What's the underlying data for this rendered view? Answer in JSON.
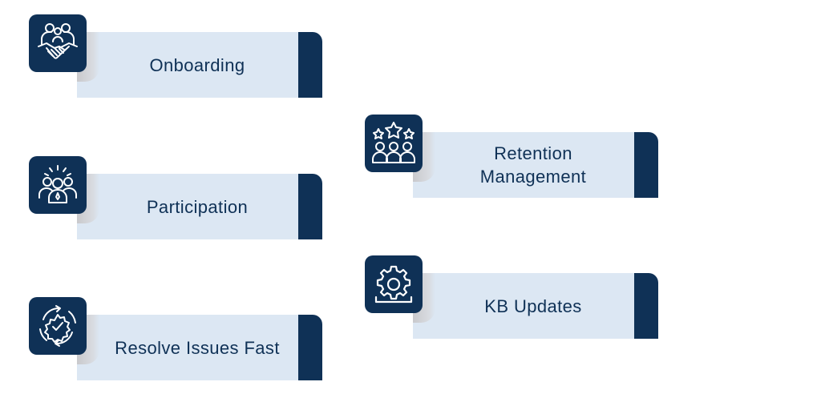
{
  "colors": {
    "navy": "#0f3156",
    "panel": "#dce7f3",
    "text": "#0f3156"
  },
  "items": [
    {
      "label": "Onboarding",
      "icon": "handshake-people-icon"
    },
    {
      "label": "Participation",
      "icon": "team-group-icon"
    },
    {
      "label": "Resolve Issues Fast",
      "icon": "gear-check-cycle-icon"
    },
    {
      "label": "Retention\nManagement",
      "icon": "star-rated-people-icon"
    },
    {
      "label": "KB Updates",
      "icon": "gear-tray-icon"
    }
  ]
}
